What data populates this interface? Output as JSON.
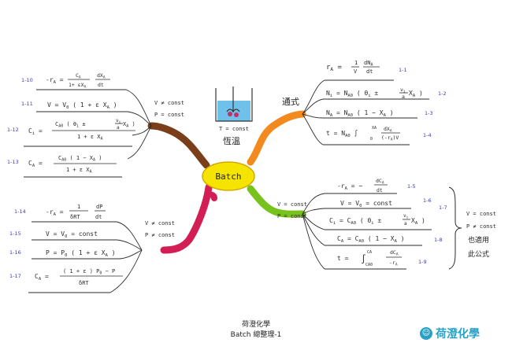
{
  "center": {
    "label": "Batch"
  },
  "isothermal": {
    "cond": "T = const",
    "label": "恆溫"
  },
  "branch_tr": {
    "label": "通式",
    "eqs": [
      {
        "num": "1-1",
        "lhs": "r",
        "lhs_sub": "A",
        "rel": " = ",
        "pre": "",
        "num_text": "1",
        "den_text": "V",
        "num2": "dN",
        "num2_sub": "A",
        "den2": "dt"
      },
      {
        "num": "1-2",
        "text": "N",
        "sub": "i",
        "rest": " = N",
        "rest_sub": "A0",
        "tail": " ( θ",
        "tail_sub": "i",
        "pm": " ± ",
        "f_num": "ν",
        "f_num_sub": "i",
        "f_den": "a",
        "end": " X",
        "end_sub": "A",
        "close": " )"
      },
      {
        "num": "1-3",
        "text": "N",
        "sub": "A",
        "rest": " = N",
        "rest_sub": "A0",
        "tail": " ( 1 − X",
        "tail_sub": "A",
        "close": " )"
      },
      {
        "num": "1-4",
        "text": "t = N",
        "sub": "A0",
        "rest": " ∫",
        "lim_lo": "0",
        "lim_hi": "XA",
        "f_num": "dX",
        "f_num_sub": "A",
        "f_den": "(-r",
        "f_den_sub": "A",
        "f_den_end": ")V"
      }
    ]
  },
  "branch_tl": {
    "cond1": "V ≠ const",
    "cond2": "P = const",
    "eqs": [
      {
        "num": "1-10",
        "lhs": "-r",
        "lhs_sub": "A",
        "rel": " = ",
        "f_num": "C",
        "f_num_sub": "A",
        "f_den": "1+ εX",
        "f_den_sub": "A",
        "f2_num": "dX",
        "f2_num_sub": "A",
        "f2_den": "dt"
      },
      {
        "num": "1-11",
        "text": "V = V",
        "sub": "0",
        "rest": " ( 1 + ε X",
        "rest_sub": "A",
        "close": " )"
      },
      {
        "num": "1-12",
        "lhs": "C",
        "lhs_sub": "i",
        "rel": " = ",
        "f_num": "C",
        "f_num_sub": "A0",
        "f_num_rest": " ( θ",
        "f_num_rest_sub": "i",
        "pm": " ± ",
        "ff_num": "ν",
        "ff_num_sub": "i",
        "ff_den": "a",
        "f_num_end": " X",
        "f_num_end_sub": "A",
        "close": " )",
        "f_den": "1 + ε X",
        "f_den_sub": "A"
      },
      {
        "num": "1-13",
        "lhs": "C",
        "lhs_sub": "A",
        "rel": " = ",
        "f_num": "C",
        "f_num_sub": "A0",
        "f_num_rest": " ( 1 − X",
        "f_num_rest_sub": "A",
        "close": " )",
        "f_den": "1 + ε X",
        "f_den_sub": "A"
      }
    ]
  },
  "branch_bl": {
    "cond1": "V ≠ const",
    "cond2": "P ≠ const",
    "eqs": [
      {
        "num": "1-14",
        "lhs": "-r",
        "lhs_sub": "A",
        "rel": " = ",
        "f_num": "1",
        "f_den": "δRT",
        "f2_num": "dP",
        "f2_den": "dt"
      },
      {
        "num": "1-15",
        "text": "V = V",
        "sub": "0",
        "rest": " = const"
      },
      {
        "num": "1-16",
        "text": "P = P",
        "sub": "0",
        "rest": " ( 1 + ε X",
        "rest_sub": "A",
        "close": " )"
      },
      {
        "num": "1-17",
        "lhs": "C",
        "lhs_sub": "A",
        "rel": " = ",
        "f_num": "( 1 + ε ) P",
        "f_num_sub": "0",
        "f_num_end": " − P",
        "f_den": "δRT"
      }
    ]
  },
  "branch_br": {
    "cond1": "V = const",
    "cond2": "P = const",
    "eqs": [
      {
        "num": "1-5",
        "lhs": "-r",
        "lhs_sub": "A",
        "rel": " = − ",
        "f_num": "dC",
        "f_num_sub": "A",
        "f_den": "dt"
      },
      {
        "num": "1-6",
        "text": "V = V",
        "sub": "0",
        "rest": " = const"
      },
      {
        "num": "1-7",
        "lhs": "C",
        "lhs_sub": "i",
        "rel": " = C",
        "rel_sub": "A0",
        "tail": " ( θ",
        "tail_sub": "i",
        "pm": " ± ",
        "ff_num": "ν",
        "ff_num_sub": "i",
        "ff_den": "a",
        "end": " X",
        "end_sub": "A",
        "close": " )"
      },
      {
        "num": "1-8",
        "lhs": "C",
        "lhs_sub": "A",
        "rel": " = C",
        "rel_sub": "A0",
        "tail": " ( 1 − X",
        "tail_sub": "A",
        "close": " )"
      },
      {
        "num": "1-9",
        "lhs": "t",
        "rel": " = ",
        "int_lo": "CA0",
        "int_hi": "CA",
        "int_sign": "∫",
        "f_num": "dC",
        "f_num_sub": "A",
        "f_den": "-r",
        "f_den_sub": "A"
      }
    ],
    "note_lines": [
      "V = const",
      "P ≠ const",
      "也適用",
      "此公式"
    ]
  },
  "caption": {
    "line1": "荷澄化學",
    "line2": "Batch 總整理-1"
  },
  "logo": {
    "icon_glyph": "☺",
    "text": "荷澄化學"
  },
  "colors": {
    "center": "#f4e400",
    "center_stroke": "#d2a800",
    "tr": "#f28a20",
    "tl": "#7a3e1a",
    "bl": "#d21e54",
    "br": "#78c21e",
    "beaker": "#57b6e5"
  }
}
